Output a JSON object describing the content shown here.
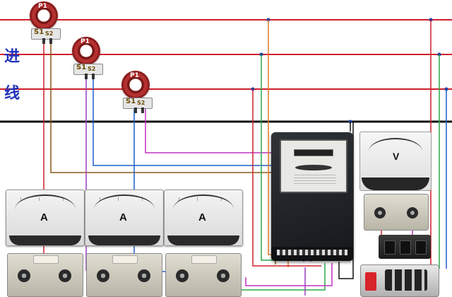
{
  "side_labels": [
    "进",
    "线"
  ],
  "current_transformers": [
    {
      "p1": "P1",
      "s1": "S1",
      "s2": "S2"
    },
    {
      "p1": "P1",
      "s1": "S1",
      "s2": "S2"
    },
    {
      "p1": "P1",
      "s1": "S1",
      "s2": "S2"
    }
  ],
  "ammeters": [
    {
      "unit": "A"
    },
    {
      "unit": "A"
    },
    {
      "unit": "A"
    }
  ],
  "voltmeter": {
    "unit": "V"
  },
  "colors": {
    "phase_line": "#d0202a",
    "neutral_line": "#111111",
    "wire_brown": "#8a5a1a",
    "wire_purple": "#9c3fc0",
    "wire_blue": "#1f5fc8",
    "wire_green": "#2aa84a",
    "wire_orange": "#e07a22",
    "wire_magenta": "#c030c0",
    "wire_red": "#d0202a",
    "wire_black": "#111111",
    "label_blue": "#2233bb"
  }
}
